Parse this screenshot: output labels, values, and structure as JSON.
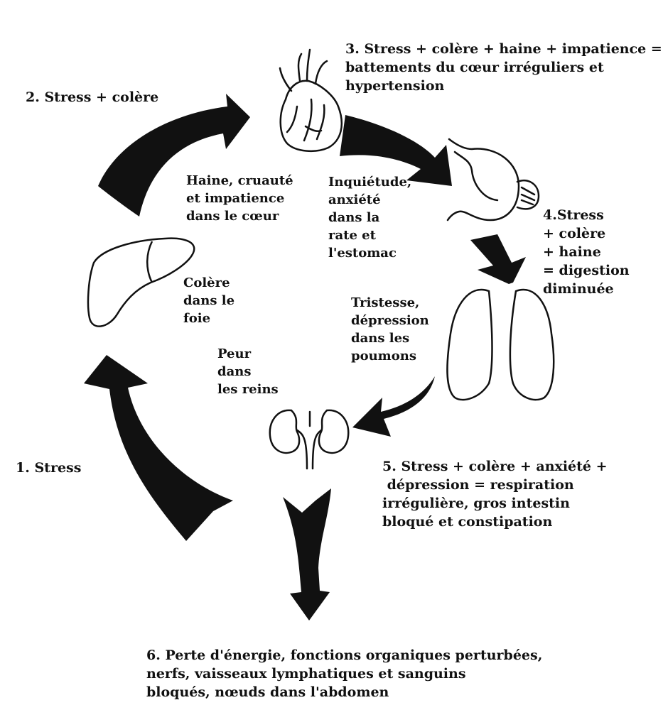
{
  "colors": {
    "ink": "#111111",
    "background": "#ffffff"
  },
  "steps": [
    {
      "id": "1",
      "lines": [
        "1. Stress"
      ]
    },
    {
      "id": "2",
      "lines": [
        "2. Stress + colère"
      ]
    },
    {
      "id": "3",
      "lines": [
        "3. Stress + colère + haine + impatience =",
        "battements du cœur irréguliers et",
        "hypertension"
      ]
    },
    {
      "id": "4",
      "lines": [
        "4.Stress",
        "+ colère",
        "+ haine",
        "= digestion",
        "diminuée"
      ]
    },
    {
      "id": "5",
      "lines": [
        "5. Stress + colère + anxiété +",
        " dépression = respiration",
        "irrégulière, gros intestin",
        "bloqué et constipation"
      ]
    },
    {
      "id": "6",
      "lines": [
        "6. Perte d'énergie, fonctions organiques perturbées,",
        "nerfs, vaisseaux lymphatiques et sanguins",
        "bloqués, nœuds dans l'abdomen"
      ]
    }
  ],
  "emotions": {
    "heart": [
      "Haine, cruauté",
      "et impatience",
      "dans le cœur"
    ],
    "stomach": [
      "Inquiétude,",
      "anxiété",
      "dans la",
      "rate et",
      "l'estomac"
    ],
    "liver": [
      "Colère",
      "dans le",
      "foie"
    ],
    "lungs": [
      "Tristesse,",
      "dépression",
      "dans les",
      "poumons"
    ],
    "kidneys": [
      "Peur",
      "dans",
      "les reins"
    ]
  },
  "organs": [
    "heart-icon",
    "stomach-icon",
    "lungs-icon",
    "kidneys-icon",
    "liver-icon",
    "intestine-icon"
  ]
}
